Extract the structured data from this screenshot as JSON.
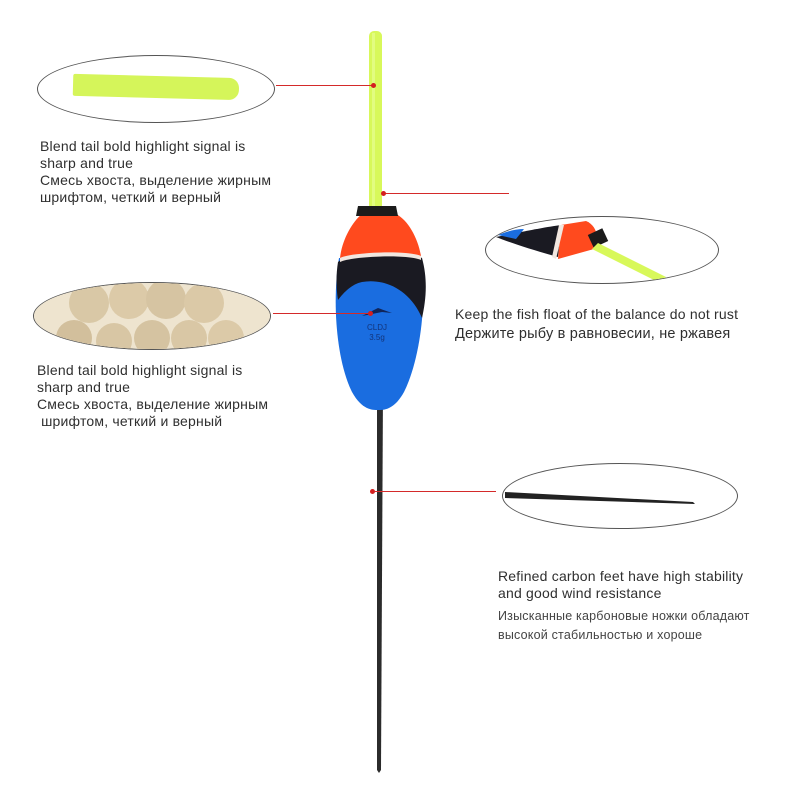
{
  "product": {
    "name": "fishing-float",
    "body_label_line1": "CLDJ",
    "body_label_line2": "3.5g",
    "colors": {
      "tip": "#d8f85a",
      "cap_red": "#ff4a1e",
      "band_black": "#1a1a22",
      "body_blue": "#1a6de0",
      "stem": "#2a2a2a",
      "leader_red": "#d42a2a"
    }
  },
  "callouts": [
    {
      "id": "tail-tip",
      "en_line1": "Blend tail bold highlight signal is",
      "en_line2": "sharp and true",
      "ru_line1": "Смесь хвоста, выделение жирным",
      "ru_line2": "шрифтом, четкий и верный"
    },
    {
      "id": "balance",
      "en_line1": "Keep the fish float of the balance do not rust",
      "ru_line1": "Держите рыбу в равновесии, не ржавея"
    },
    {
      "id": "body-material",
      "en_line1": "Blend tail bold highlight signal is",
      "en_line2": "sharp and true",
      "ru_line1": "Смесь хвоста, выделение жирным",
      "ru_line2": " шрифтом, четкий и верный"
    },
    {
      "id": "carbon-feet",
      "en_line1": "Refined carbon feet have high stability",
      "en_line2": "and good wind resistance",
      "ru_line1": "Изысканные карбоновые ножки обладают",
      "ru_line2": "высокой стабильностью и хороше"
    }
  ]
}
